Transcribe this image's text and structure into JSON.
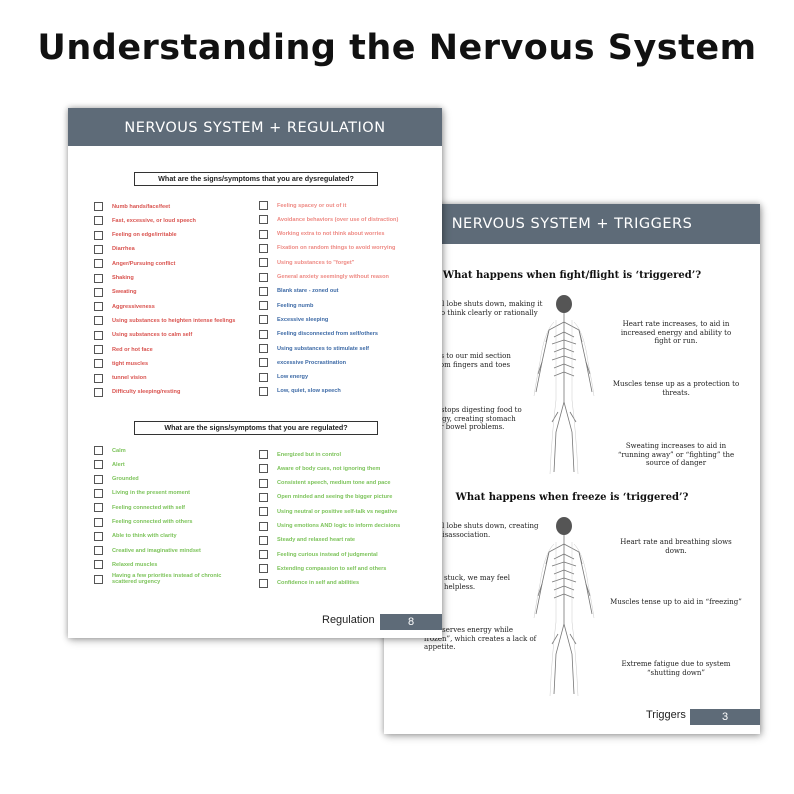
{
  "title": "Understanding the Nervous System",
  "regulation_page": {
    "banner": "NERVOUS SYSTEM + REGULATION",
    "dysregulated_question": "What are the signs/symptoms that you are dysregulated?",
    "dysregulated_left": [
      {
        "text": "Numb hands/face/feet",
        "color": "red"
      },
      {
        "text": "Fast, excessive, or loud speech",
        "color": "red"
      },
      {
        "text": "Feeling on edge/irritable",
        "color": "red"
      },
      {
        "text": "Diarrhea",
        "color": "red"
      },
      {
        "text": "Anger/Pursuing conflict",
        "color": "red"
      },
      {
        "text": "Shaking",
        "color": "red"
      },
      {
        "text": "Sweating",
        "color": "red"
      },
      {
        "text": "Aggressiveness",
        "color": "red"
      },
      {
        "text": "Using substances to heighten intense feelings",
        "color": "red"
      },
      {
        "text": "Using substances to calm self",
        "color": "red"
      },
      {
        "text": "Red or hot face",
        "color": "red"
      },
      {
        "text": "tight muscles",
        "color": "red"
      },
      {
        "text": "tunnel vision",
        "color": "red"
      },
      {
        "text": "Difficulty sleeping/resting",
        "color": "red"
      }
    ],
    "dysregulated_right": [
      {
        "text": "Feeling spacey or out of it",
        "color": "pink"
      },
      {
        "text": "Avoidance behaviors (over use of distraction)",
        "color": "pink"
      },
      {
        "text": "Working extra to not think about worries",
        "color": "pink"
      },
      {
        "text": "Fixation on random things to avoid worrying",
        "color": "pink"
      },
      {
        "text": "Using substances to \"forget\"",
        "color": "pink"
      },
      {
        "text": "General anxiety seemingly without reason",
        "color": "pink"
      },
      {
        "text": "Blank stare - zoned out",
        "color": "blue"
      },
      {
        "text": "Feeling numb",
        "color": "blue"
      },
      {
        "text": "Excessive sleeping",
        "color": "blue"
      },
      {
        "text": "Feeling disconnected from self/others",
        "color": "blue"
      },
      {
        "text": "Using substances to stimulate self",
        "color": "blue"
      },
      {
        "text": "excessive Procrastination",
        "color": "blue"
      },
      {
        "text": "Low energy",
        "color": "blue"
      },
      {
        "text": "Low, quiet, slow speech",
        "color": "blue"
      }
    ],
    "regulated_question": "What are the signs/symptoms that you are regulated?",
    "regulated_left": [
      "Calm",
      "Alert",
      "Grounded",
      "Living in the present moment",
      "Feeling connected with self",
      "Feeling connected with others",
      "Able to think with clarity",
      "Creative and imaginative mindset",
      "Relaxed muscles",
      "Having a few priorities instead of chronic scattered urgency"
    ],
    "regulated_right": [
      "Energized but in control",
      "Aware of body cues, not ignoring them",
      "Consistent speech, medium tone and pace",
      "Open minded and seeing the bigger picture",
      "Using neutral or positive self-talk vs negative",
      "Using emotions AND logic to inform decisions",
      "Steady and relaxed heart rate",
      "Feeling curious instead of judgmental",
      "Extending compassion to self and others",
      "Confidence in self and abilities"
    ],
    "footer_label": "Regulation",
    "page_number": "8"
  },
  "triggers_page": {
    "banner": "NERVOUS SYSTEM + TRIGGERS",
    "fight_question": "What happens when fight/flight is ‘triggered’?",
    "fight_left": [
      "al lobe shuts down, making it\nto think clearly or rationally",
      "ols to our mid section\nfrom fingers and toes",
      "ach stops digesting food to\nenergy, creating stomach\nes or bowel problems."
    ],
    "fight_right": [
      "Heart rate increases, to aid in\nincreased energy and ability to\nfight or run.",
      "Muscles tense up as a protection to\nthreats.",
      "Sweating increases to aid in\n“running away” or “fighting” the\nsource of danger"
    ],
    "freeze_question": "What happens when freeze is ‘triggered’?",
    "freeze_left": [
      "al lobe shuts down, creating\ndisassociation.",
      "stuck, we may feel\nhelpless.",
      "y preserves energy while\nfrozen”, which creates a lack of\nappetite."
    ],
    "freeze_right": [
      "Heart rate and breathing slows\ndown.",
      "Muscles tense up to aid in “freezing”",
      "Extreme fatigue due to system\n“shutting down”"
    ],
    "footer_label": "Triggers",
    "page_number": "3"
  },
  "colors": {
    "banner": "#5e6b78",
    "red": "#d9534f",
    "pink": "#ee8a84",
    "blue": "#3d6aa6",
    "green": "#7cc35a"
  }
}
